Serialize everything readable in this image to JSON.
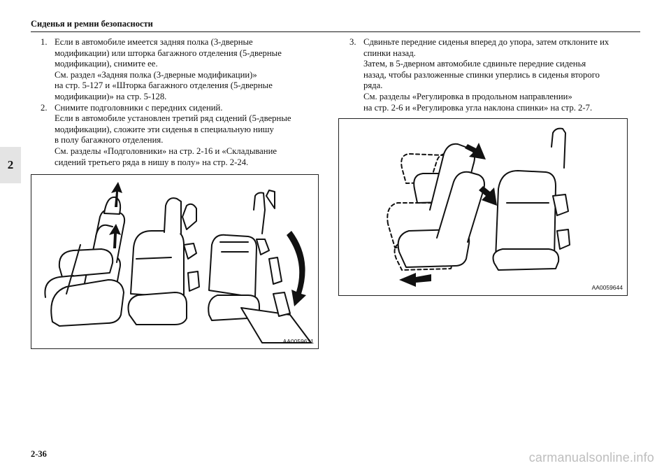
{
  "header": {
    "title": "Сиденья и ремни безопасности"
  },
  "section_tab": "2",
  "steps_left": [
    {
      "num": "1.",
      "lines": [
        "Если в автомобиле имеется задняя полка (3-дверные",
        "модификации) или шторка багажного отделения (5-дверные",
        "модификации), снимите ее.",
        "См. раздел «Задняя полка (3-дверные модификации)»",
        "на стр. 5-127 и «Шторка багажного отделения (5-дверные",
        "модификации)» на стр. 5-128."
      ]
    },
    {
      "num": "2.",
      "lines": [
        "Снимите подголовники с передних сидений.",
        "Если в автомобиле установлен третий ряд сидений (5-дверные",
        "модификации), сложите эти сиденья в специальную нишу",
        "в полу багажного отделения.",
        "См. разделы «Подголовники» на стр. 2-16 и «Складывание",
        "сидений третьего ряда в нишу в полу» на стр. 2-24."
      ]
    }
  ],
  "steps_right": [
    {
      "num": "3.",
      "lines": [
        "Сдвиньте передние сиденья вперед до упора, затем отклоните их",
        "спинки назад.",
        "Затем, в 5-дверном автомобиле сдвиньте передние сиденья",
        "назад, чтобы разложенные спинки уперлись в сиденья второго",
        "ряда.",
        "См. разделы «Регулировка в продольном направлении»",
        "на стр. 2-6 и «Регулировка угла наклона спинки» на стр. 2-7."
      ]
    }
  ],
  "figures": {
    "left": {
      "code": "AA0059631"
    },
    "right": {
      "code": "AA0059644"
    }
  },
  "footer": {
    "page_number": "2-36",
    "watermark": "carmanualsonline.info"
  }
}
